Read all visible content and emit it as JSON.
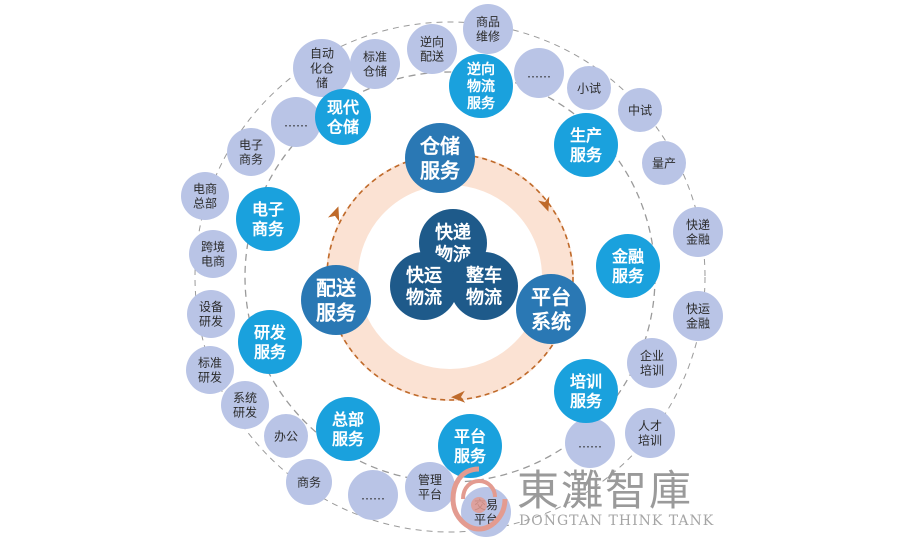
{
  "colors": {
    "hub": "#1e5a8a",
    "primary": "#2a78b4",
    "secondary": "#1aa1dd",
    "leaf": "#b9c4e6",
    "leaf_text": "#2b2b2b",
    "ring_band": "#fbe2d3",
    "ring_arrow": "#bf6a2a",
    "dash_line": "#9a9a9a",
    "watermark": "#a0a0a0",
    "logo": "#e39b90"
  },
  "core": {
    "top": [
      "快递",
      "物流"
    ],
    "left": [
      "快运",
      "物流"
    ],
    "right": [
      "整车",
      "物流"
    ]
  },
  "primary": {
    "warehouse": [
      "仓储",
      "服务"
    ],
    "platform": [
      "平台",
      "系统"
    ],
    "delivery": [
      "配送",
      "服务"
    ]
  },
  "services": {
    "modern_warehouse": [
      "现代",
      "仓储"
    ],
    "reverse_logistics": [
      "逆向",
      "物流",
      "服务"
    ],
    "production": [
      "生产",
      "服务"
    ],
    "finance": [
      "金融",
      "服务"
    ],
    "training": [
      "培训",
      "服务"
    ],
    "platform_service": [
      "平台",
      "服务"
    ],
    "headquarters": [
      "总部",
      "服务"
    ],
    "rnd": [
      "研发",
      "服务"
    ],
    "ecommerce": [
      "电子",
      "商务"
    ]
  },
  "leaves": {
    "auto_warehouse": [
      "自动",
      "化仓",
      "储"
    ],
    "standard_warehouse": [
      "标准",
      "仓储"
    ],
    "warehouse_more": [
      "……"
    ],
    "reverse_delivery": [
      "逆向",
      "配送"
    ],
    "product_repair": [
      "商品",
      "维修"
    ],
    "reverse_more": [
      "……"
    ],
    "small_trial": [
      "小试"
    ],
    "pilot_trial": [
      "中试"
    ],
    "mass_production": [
      "量产"
    ],
    "express_finance": [
      "快递",
      "金融"
    ],
    "freight_finance": [
      "快运",
      "金融"
    ],
    "enterprise_training": [
      "企业",
      "培训"
    ],
    "talent_training": [
      "人才",
      "培训"
    ],
    "training_more": [
      "……"
    ],
    "management_platform": [
      "管理",
      "平台"
    ],
    "trading_platform": [
      "交易",
      "平台"
    ],
    "office": [
      "办公"
    ],
    "business": [
      "商务"
    ],
    "hq_more": [
      "……"
    ],
    "equipment_rnd": [
      "设备",
      "研发"
    ],
    "standard_rnd": [
      "标准",
      "研发"
    ],
    "system_rnd": [
      "系统",
      "研发"
    ],
    "ecommerce_leaf": [
      "电子",
      "商务"
    ],
    "ecommerce_hq": [
      "电商",
      "总部"
    ],
    "cross_border": [
      "跨境",
      "电商"
    ]
  },
  "watermark": {
    "title": "東灘智庫",
    "subtitle": "DONGTAN THINK TANK"
  }
}
